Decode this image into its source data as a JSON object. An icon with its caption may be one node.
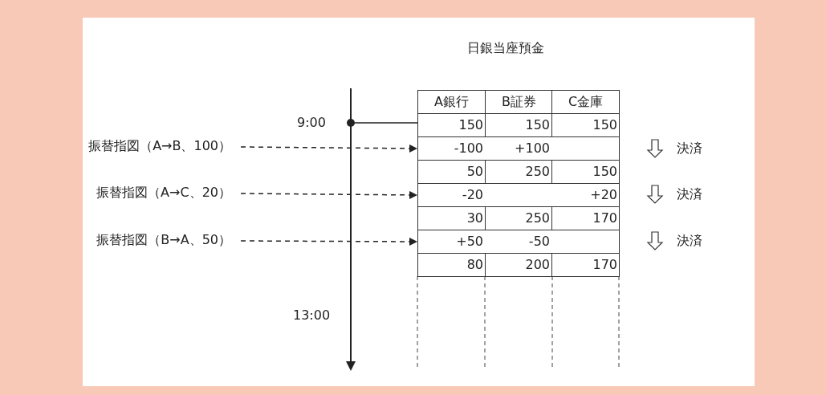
{
  "diagram": {
    "title": "日銀当座預金",
    "nodes": [
      {
        "text": [
          "振替指図（A→B、100）"
        ]
      },
      {
        "text": [
          "振替指図（A→C、20）"
        ]
      },
      {
        "text": [
          "振替指図（B→A、50）"
        ]
      },
      {
        "text": [],
        "shape": "circle"
      },
      {
        "text": [
          "A銀行",
          "B証券",
          "C金庫"
        ]
      },
      {
        "text": [
          "150",
          "150",
          "150"
        ]
      },
      {
        "text": [
          "-100",
          "+100"
        ]
      },
      {
        "text": [
          "50",
          "250",
          "150"
        ]
      },
      {
        "text": [
          "-20",
          "+20"
        ]
      },
      {
        "text": [
          "30",
          "250",
          "170"
        ]
      },
      {
        "text": [
          "+50",
          "-50"
        ]
      },
      {
        "text": [
          "80",
          "200",
          "170"
        ]
      }
    ],
    "edges": [
      {
        "from": 3,
        "to": 5,
        "arrow": "none"
      },
      {
        "from": 0,
        "to": 6,
        "arrow": "to",
        "style": "dashed"
      },
      {
        "from": 1,
        "to": 8,
        "arrow": "to",
        "style": "dashed"
      },
      {
        "from": 2,
        "to": 10,
        "arrow": "to",
        "style": "dashed"
      }
    ],
    "labels": [
      "9:00",
      "決済",
      "決済",
      "決済",
      "13:00"
    ]
  }
}
